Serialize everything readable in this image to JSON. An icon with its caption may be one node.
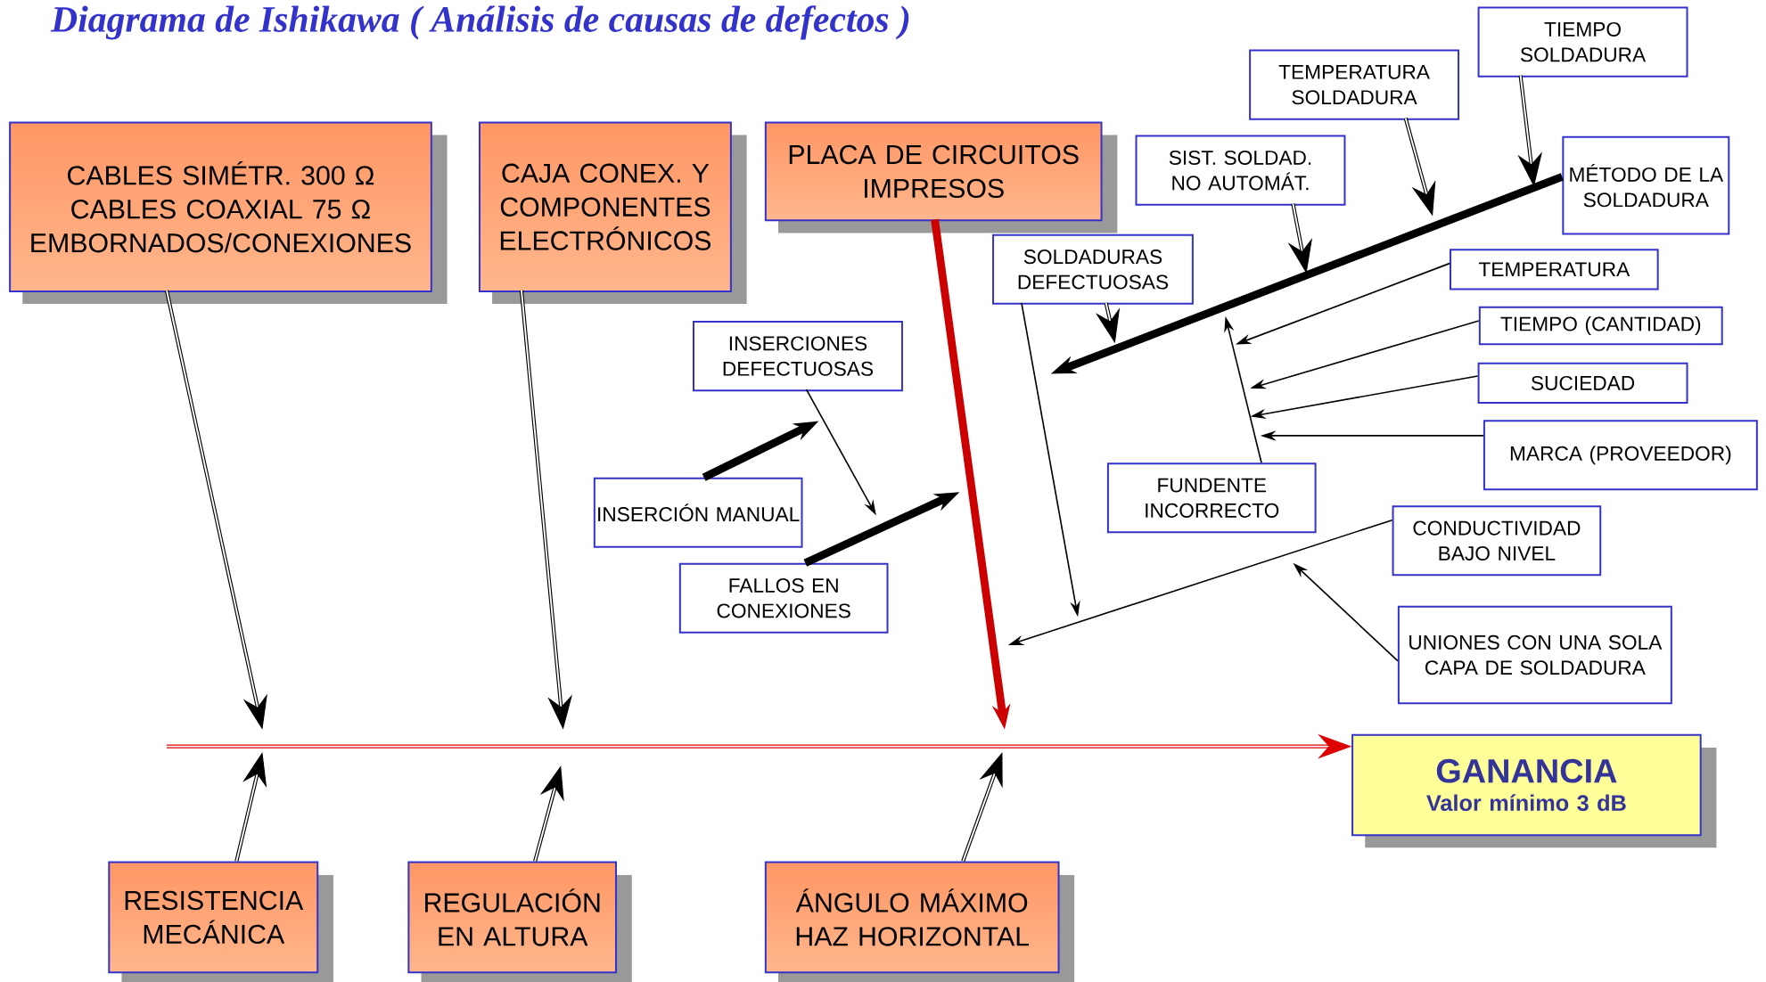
{
  "diagram": {
    "title": "Diagrama de Ishikawa ( Análisis de causas de defectos )",
    "nodes": [
      {
        "text": [
          "CABLES SIMÉTR. 300 Ω",
          "CABLES COAXIAL 75 Ω",
          "EMBORNADOS/CONEXIONES"
        ]
      },
      {
        "text": [
          "CAJA CONEX. Y COMPONENTES ELECTRÓNICOS"
        ]
      },
      {
        "text": [
          "PLACA DE CIRCUITOS IMPRESOS"
        ]
      },
      {
        "text": [
          "TIEMPO SOLDADURA"
        ]
      },
      {
        "text": [
          "TEMPERATURA SOLDADURA"
        ]
      },
      {
        "text": [
          "SIST. SOLDAD. NO AUTOMÁT."
        ]
      },
      {
        "text": [
          "MÉTODO DE LA SOLDADURA"
        ]
      },
      {
        "text": [
          "SOLDADURAS DEFECTUOSAS"
        ]
      },
      {
        "text": [
          "TEMPERATURA"
        ]
      },
      {
        "text": [
          "TIEMPO (CANTIDAD)"
        ]
      },
      {
        "text": [
          "INSERCIONES DEFECTUOSAS"
        ]
      },
      {
        "text": [
          "SUCIEDAD"
        ]
      },
      {
        "text": [
          "MARCA (PROVEEDOR)"
        ]
      },
      {
        "text": [
          "FUNDENTE INCORRECTO"
        ]
      },
      {
        "text": [
          "INSERCIÓN MANUAL"
        ]
      },
      {
        "text": [
          "CONDUCTIVIDAD BAJO NIVEL"
        ]
      },
      {
        "text": [
          "FALLOS EN CONEXIONES"
        ]
      },
      {
        "text": [
          "UNIONES CON UNA SOLA CAPA DE SOLDADURA"
        ]
      },
      {
        "text": [
          "GANANCIA",
          "Valor mínimo 3 dB"
        ]
      },
      {
        "text": [
          "RESISTENCIA MECÁNICA"
        ]
      },
      {
        "text": [
          "REGULACIÓN EN ALTURA"
        ]
      },
      {
        "text": [
          "ÁNGULO MÁXIMO HAZ HORIZONTAL"
        ]
      }
    ],
    "edges": [
      {
        "from": null,
        "to": 18,
        "arrow": "to",
        "color": "#dd0000"
      },
      {
        "from": 0,
        "to": null,
        "arrow": "to"
      },
      {
        "from": 1,
        "to": null,
        "arrow": "to"
      },
      {
        "from": 2,
        "to": null,
        "arrow": "to",
        "style": "thick",
        "color": "#cc0000"
      },
      {
        "from": 19,
        "to": null,
        "arrow": "to"
      },
      {
        "from": 20,
        "to": null,
        "arrow": "to"
      },
      {
        "from": 21,
        "to": null,
        "arrow": "to"
      },
      {
        "from": 6,
        "to": null,
        "arrow": "to",
        "style": "thick"
      },
      {
        "from": 3,
        "to": null,
        "arrow": "to"
      },
      {
        "from": 4,
        "to": null,
        "arrow": "to"
      },
      {
        "from": 5,
        "to": null,
        "arrow": "to"
      },
      {
        "from": 7,
        "to": null,
        "arrow": "to"
      },
      {
        "from": 7,
        "to": null,
        "arrow": "to"
      },
      {
        "from": 10,
        "to": null,
        "arrow": "to"
      },
      {
        "from": 14,
        "to": null,
        "arrow": "to",
        "style": "thick"
      },
      {
        "from": 16,
        "to": null,
        "arrow": "to",
        "style": "thick"
      },
      {
        "from": 8,
        "to": null,
        "arrow": "to"
      },
      {
        "from": 9,
        "to": null,
        "arrow": "to"
      },
      {
        "from": 11,
        "to": null,
        "arrow": "to"
      },
      {
        "from": 12,
        "to": null,
        "arrow": "to"
      },
      {
        "from": 13,
        "to": null,
        "arrow": "to"
      },
      {
        "from": 15,
        "to": null,
        "arrow": "to"
      },
      {
        "from": 17,
        "to": null,
        "arrow": "to"
      }
    ]
  }
}
